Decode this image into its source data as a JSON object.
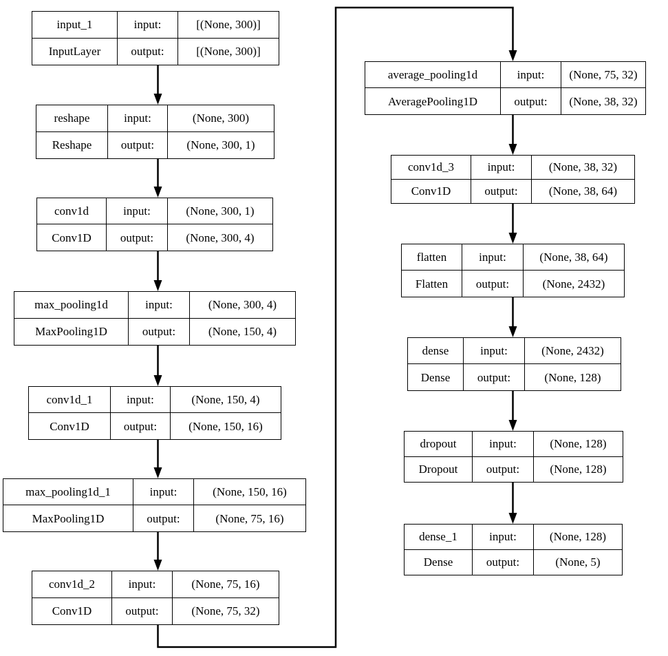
{
  "diagram": {
    "nodes": [
      {
        "id": "input_1",
        "name": "input_1",
        "type": "InputLayer",
        "input_label": "input:",
        "output_label": "output:",
        "input_shape": "[(None, 300)]",
        "output_shape": "[(None, 300)]"
      },
      {
        "id": "reshape",
        "name": "reshape",
        "type": "Reshape",
        "input_label": "input:",
        "output_label": "output:",
        "input_shape": "(None, 300)",
        "output_shape": "(None, 300, 1)"
      },
      {
        "id": "conv1d",
        "name": "conv1d",
        "type": "Conv1D",
        "input_label": "input:",
        "output_label": "output:",
        "input_shape": "(None, 300, 1)",
        "output_shape": "(None, 300, 4)"
      },
      {
        "id": "max_pooling1d",
        "name": "max_pooling1d",
        "type": "MaxPooling1D",
        "input_label": "input:",
        "output_label": "output:",
        "input_shape": "(None, 300, 4)",
        "output_shape": "(None, 150, 4)"
      },
      {
        "id": "conv1d_1",
        "name": "conv1d_1",
        "type": "Conv1D",
        "input_label": "input:",
        "output_label": "output:",
        "input_shape": "(None, 150, 4)",
        "output_shape": "(None, 150, 16)"
      },
      {
        "id": "max_pooling1d_1",
        "name": "max_pooling1d_1",
        "type": "MaxPooling1D",
        "input_label": "input:",
        "output_label": "output:",
        "input_shape": "(None, 150, 16)",
        "output_shape": "(None, 75, 16)"
      },
      {
        "id": "conv1d_2",
        "name": "conv1d_2",
        "type": "Conv1D",
        "input_label": "input:",
        "output_label": "output:",
        "input_shape": "(None, 75, 16)",
        "output_shape": "(None, 75, 32)"
      },
      {
        "id": "average_pooling1d",
        "name": "average_pooling1d",
        "type": "AveragePooling1D",
        "input_label": "input:",
        "output_label": "output:",
        "input_shape": "(None, 75, 32)",
        "output_shape": "(None, 38, 32)"
      },
      {
        "id": "conv1d_3",
        "name": "conv1d_3",
        "type": "Conv1D",
        "input_label": "input:",
        "output_label": "output:",
        "input_shape": "(None, 38, 32)",
        "output_shape": "(None, 38, 64)"
      },
      {
        "id": "flatten",
        "name": "flatten",
        "type": "Flatten",
        "input_label": "input:",
        "output_label": "output:",
        "input_shape": "(None, 38, 64)",
        "output_shape": "(None, 2432)"
      },
      {
        "id": "dense",
        "name": "dense",
        "type": "Dense",
        "input_label": "input:",
        "output_label": "output:",
        "input_shape": "(None, 2432)",
        "output_shape": "(None, 128)"
      },
      {
        "id": "dropout",
        "name": "dropout",
        "type": "Dropout",
        "input_label": "input:",
        "output_label": "output:",
        "input_shape": "(None, 128)",
        "output_shape": "(None, 128)"
      },
      {
        "id": "dense_1",
        "name": "dense_1",
        "type": "Dense",
        "input_label": "input:",
        "output_label": "output:",
        "input_shape": "(None, 128)",
        "output_shape": "(None, 5)"
      }
    ],
    "edges": [
      [
        "input_1",
        "reshape"
      ],
      [
        "reshape",
        "conv1d"
      ],
      [
        "conv1d",
        "max_pooling1d"
      ],
      [
        "max_pooling1d",
        "conv1d_1"
      ],
      [
        "conv1d_1",
        "max_pooling1d_1"
      ],
      [
        "max_pooling1d_1",
        "conv1d_2"
      ],
      [
        "conv1d_2",
        "average_pooling1d"
      ],
      [
        "average_pooling1d",
        "conv1d_3"
      ],
      [
        "conv1d_3",
        "flatten"
      ],
      [
        "flatten",
        "dense"
      ],
      [
        "dense",
        "dropout"
      ],
      [
        "dropout",
        "dense_1"
      ]
    ],
    "colors": {
      "line": "#000000",
      "box_fill": "#ffffff",
      "text": "#000000"
    }
  }
}
